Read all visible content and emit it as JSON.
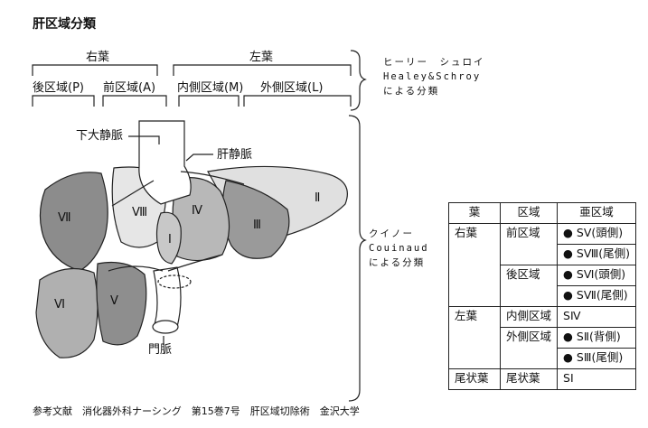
{
  "title": "肝区域分類",
  "healey": {
    "lobes": {
      "right": "右葉",
      "left": "左葉"
    },
    "segments": {
      "posterior": "後区域(P)",
      "anterior": "前区域(A)",
      "medial": "内側区域(M)",
      "lateral": "外側区域(L)"
    },
    "side_label": [
      "ヒーリー　シュロイ",
      "Healey&Schroy",
      "による分類"
    ]
  },
  "couinaud_side_label": [
    "クイノー",
    "Couinaud",
    "による分類"
  ],
  "diagram": {
    "ivc_label": "下大静脈",
    "hepatic_vein_label": "肝静脈",
    "portal_vein_label": "門脈",
    "segments": [
      "Ⅰ",
      "Ⅱ",
      "Ⅲ",
      "Ⅳ",
      "Ⅴ",
      "Ⅵ",
      "Ⅶ",
      "Ⅷ"
    ]
  },
  "table": {
    "headers": [
      "葉",
      "区域",
      "亜区域"
    ],
    "right_lobe": "右葉",
    "left_lobe": "左葉",
    "caudate_lobe": "尾状葉",
    "rows": {
      "anterior": {
        "area": "前区域",
        "subs": [
          "SⅤ(頭側)",
          "SⅧ(尾側)"
        ]
      },
      "posterior": {
        "area": "後区域",
        "subs": [
          "SⅥ(頭側)",
          "SⅦ(尾側)"
        ]
      },
      "medial": {
        "area": "内側区域",
        "subs": [
          "SⅣ"
        ]
      },
      "lateral": {
        "area": "外側区域",
        "subs": [
          "SⅡ(背側)",
          "SⅢ(尾側)"
        ]
      },
      "caudate": {
        "area": "尾状葉",
        "subs": [
          "SⅠ"
        ]
      }
    }
  },
  "footer": "参考文献　消化器外科ナーシング　第15巻7号　肝区域切除術　金沢大学"
}
